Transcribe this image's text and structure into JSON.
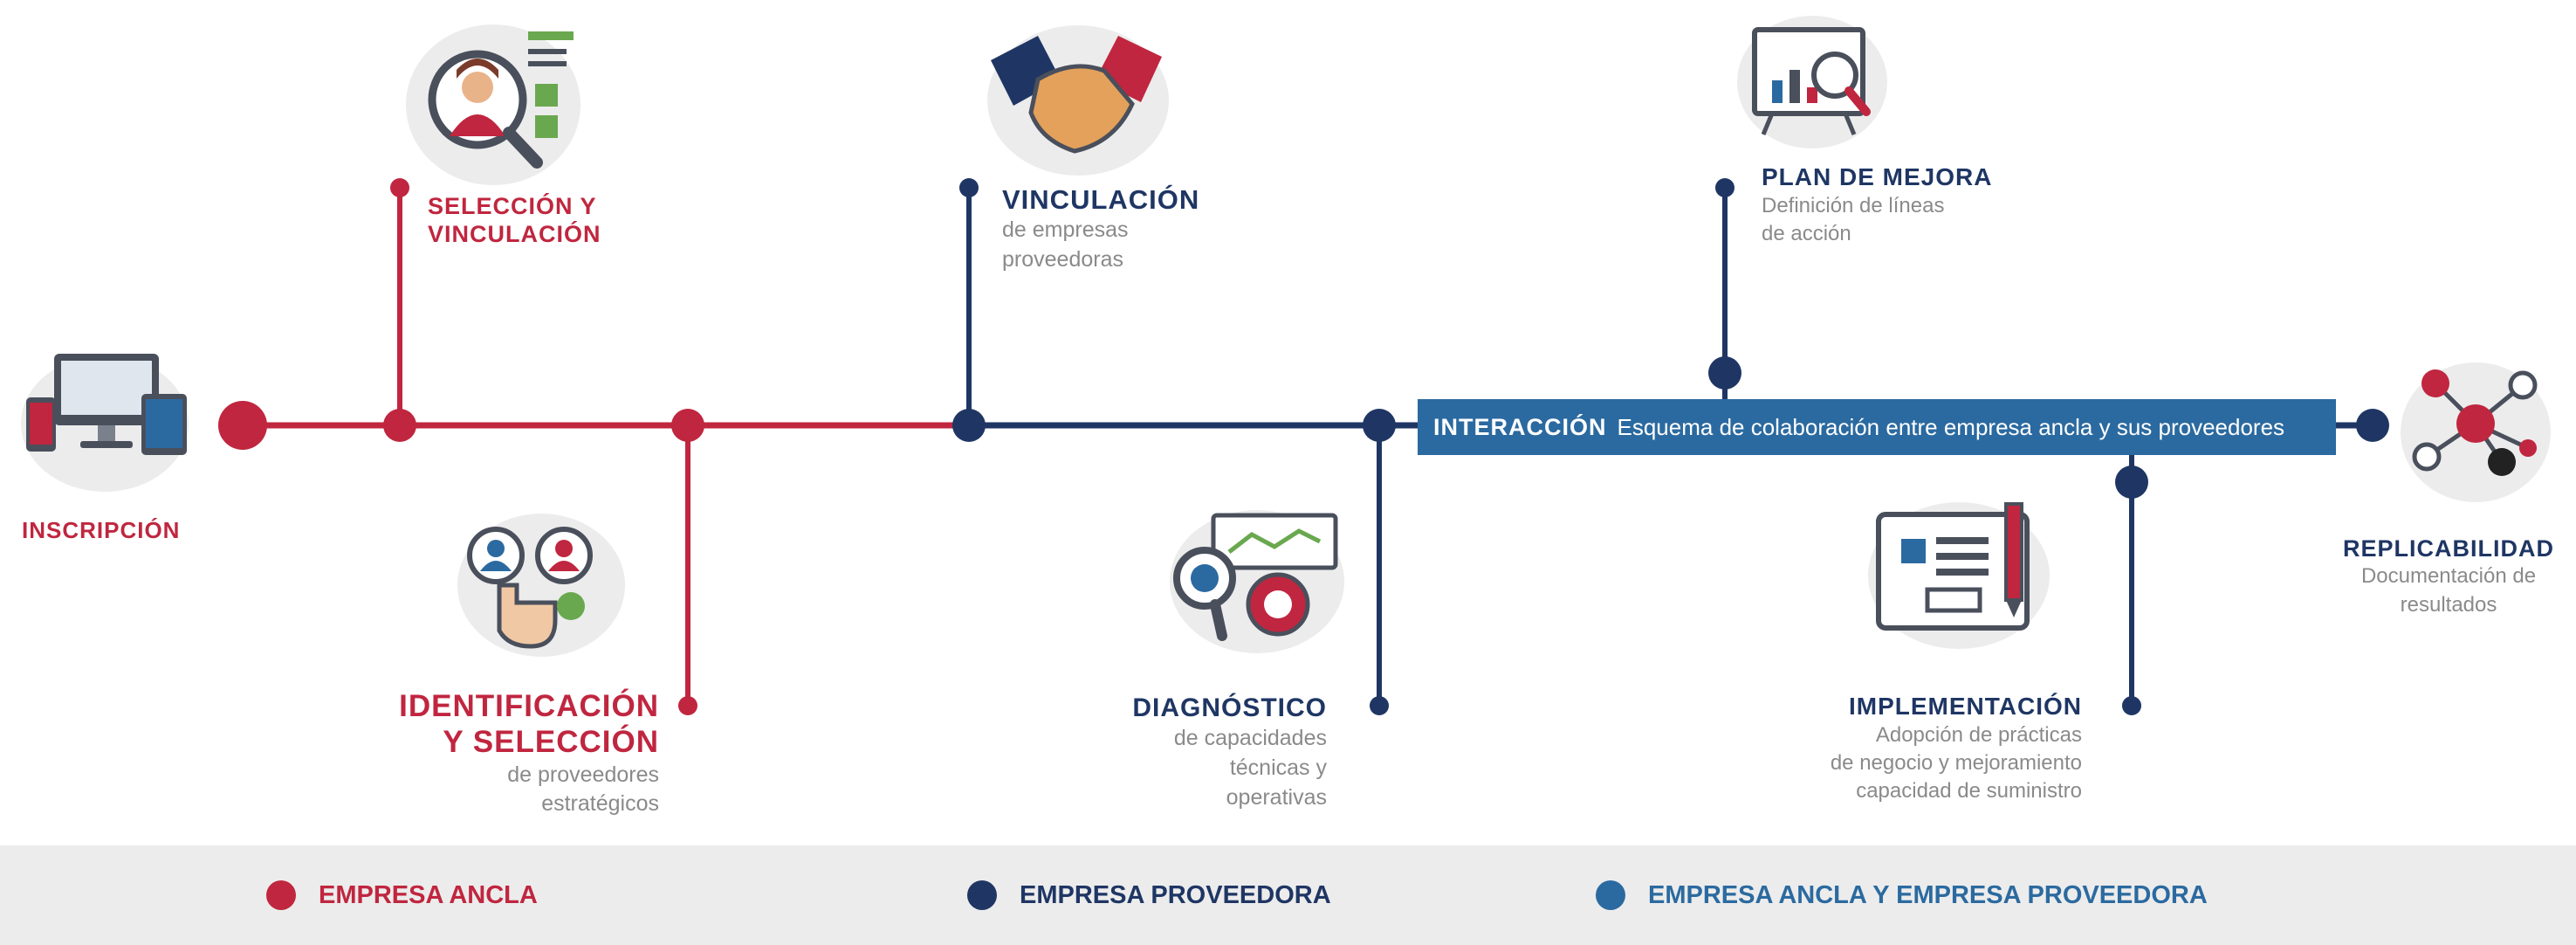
{
  "colors": {
    "anchor": "#c0263f",
    "supplier": "#1f3664",
    "both": "#2b6aa0",
    "grey_text": "#8a8a8a",
    "legend_bg": "#ececec"
  },
  "steps": {
    "inscripcion": {
      "title": "INSCRIPCIÓN",
      "icon": "computer-devices-icon"
    },
    "seleccion": {
      "title_line1": "SELECCIÓN Y",
      "title_line2": "VINCULACIÓN",
      "icon": "candidate-selection-icon"
    },
    "identificacion": {
      "title_line1": "IDENTIFICACIÓN",
      "title_line2": "Y SELECCIÓN",
      "sub_line1": "de proveedores",
      "sub_line2": "estratégicos",
      "icon": "profile-selection-icon"
    },
    "vinculacion": {
      "title": "VINCULACIÓN",
      "sub_line1": "de empresas",
      "sub_line2": "proveedoras",
      "icon": "handshake-icon"
    },
    "diagnostico": {
      "title": "DIAGNÓSTICO",
      "sub_line1": "de capacidades",
      "sub_line2": "técnicas y",
      "sub_line3": "operativas",
      "icon": "analysis-gear-icon"
    },
    "plan_mejora": {
      "title": "PLAN DE MEJORA",
      "sub_line1": "Definición de líneas",
      "sub_line2": "de acción",
      "icon": "presentation-board-icon"
    },
    "implementacion": {
      "title": "IMPLEMENTACIÓN",
      "sub_line1": "Adopción de prácticas",
      "sub_line2": "de negocio y mejoramiento",
      "sub_line3": "capacidad de suministro",
      "icon": "blueprint-icon"
    },
    "replicabilidad": {
      "title": "REPLICABILIDAD",
      "sub_line1": "Documentación de",
      "sub_line2": "resultados",
      "icon": "network-nodes-icon"
    }
  },
  "interaccion": {
    "title": "INTERACCIÓN",
    "text": "Esquema de colaboración entre empresa ancla y sus proveedores"
  },
  "legend": [
    {
      "label": "EMPRESA ANCLA",
      "color": "#c0263f"
    },
    {
      "label": "EMPRESA PROVEEDORA",
      "color": "#1f3664"
    },
    {
      "label": "EMPRESA ANCLA Y EMPRESA PROVEEDORA",
      "color": "#2b6aa0"
    }
  ]
}
